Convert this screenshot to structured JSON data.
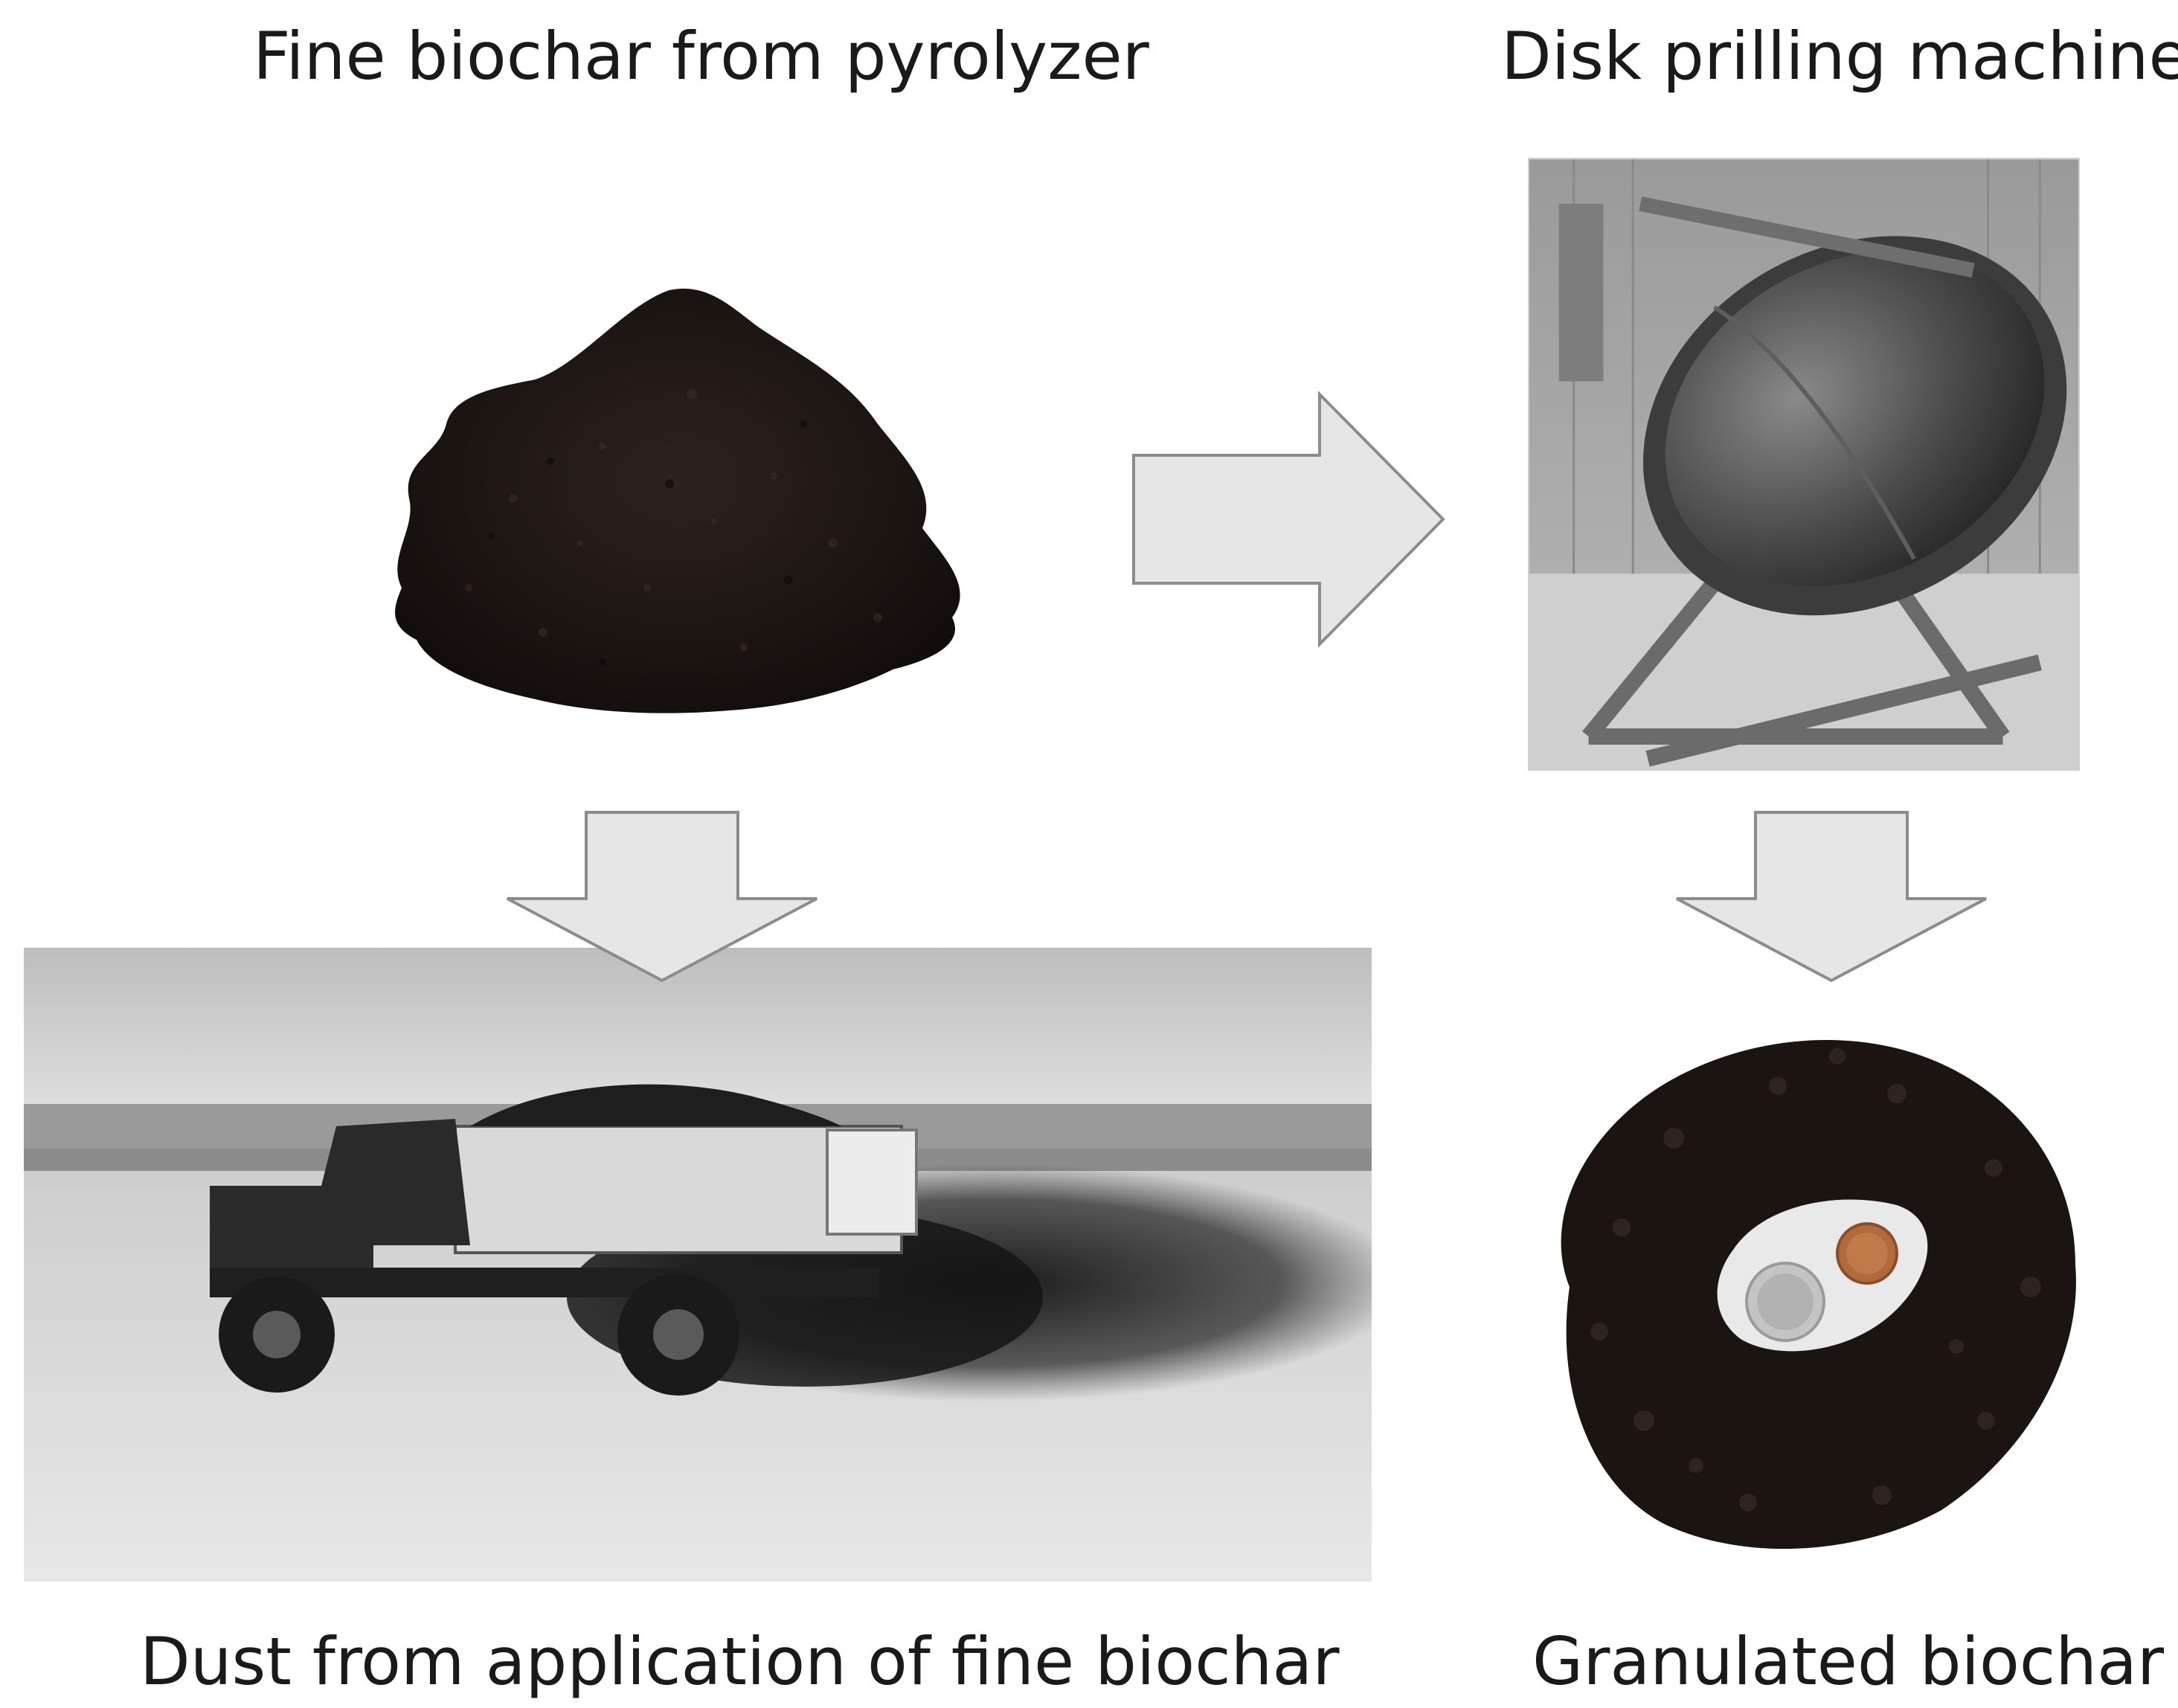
{
  "labels": {
    "fine_biochar": "Fine biochar from pyrolyzer",
    "disk_prilling": "Disk prilling machine",
    "dust": "Dust from application of fine biochar",
    "granulated": "Granulated biochar"
  },
  "colors": {
    "arrow_fill": "#e6e6e6",
    "arrow_stroke": "#8c8c8c",
    "biochar": "#1b1411",
    "text": "#1a1a1a"
  }
}
